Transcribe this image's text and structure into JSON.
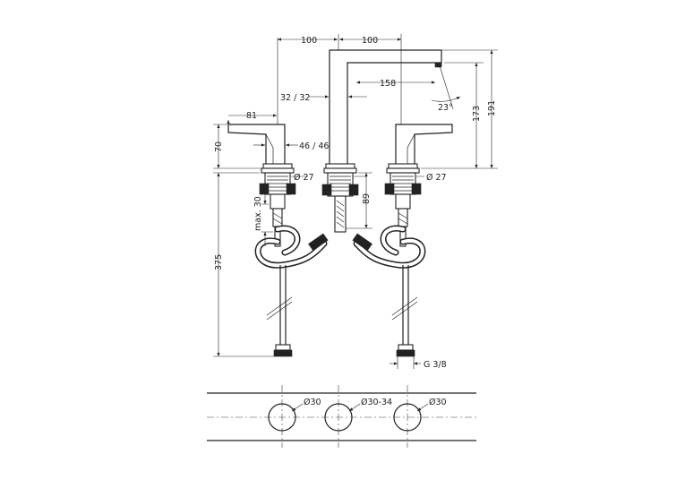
{
  "dimensions": {
    "w100_left": "100",
    "w100_right": "100",
    "spout_158": "158",
    "spout_offset": "32 / 32",
    "handle_81": "81",
    "handle_46": "46 / 46",
    "h70": "70",
    "h173": "173",
    "h191": "191",
    "angle": "23°",
    "d27_left": "Ø 27",
    "d27_right": "Ø 27",
    "h89": "89",
    "max30": "max. 30",
    "h375": "375",
    "thread": "G 3/8"
  },
  "holes": {
    "left": "Ø30",
    "center": "Ø30-34",
    "right": "Ø30"
  },
  "colors": {
    "line": "#222222",
    "background": "#ffffff"
  }
}
